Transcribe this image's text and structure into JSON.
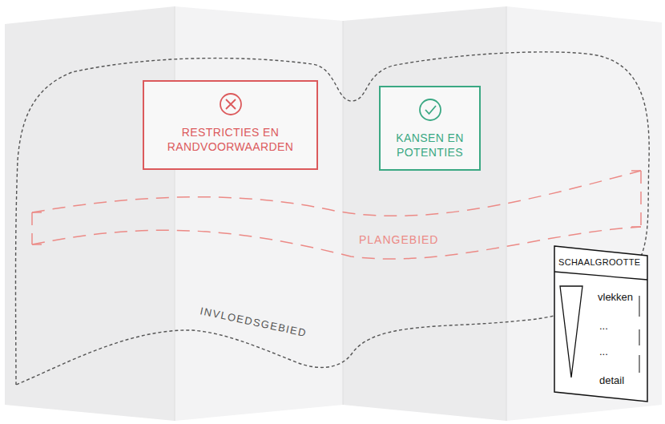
{
  "diagram": {
    "nodes": [
      {
        "text": [
          "INVLOEDSGEBIED"
        ]
      },
      {
        "text": [
          "RESTRICTIES EN RANDVOORWAARDEN"
        ],
        "in": 0
      },
      {
        "text": [
          "KANSEN EN POTENTIES"
        ],
        "in": 0
      },
      {
        "text": [
          "PLANGEBIED"
        ],
        "in": 0
      },
      {
        "text": [
          "SCHAALGROOTTE",
          "vlekken",
          "...",
          "...",
          "detail"
        ]
      }
    ]
  }
}
